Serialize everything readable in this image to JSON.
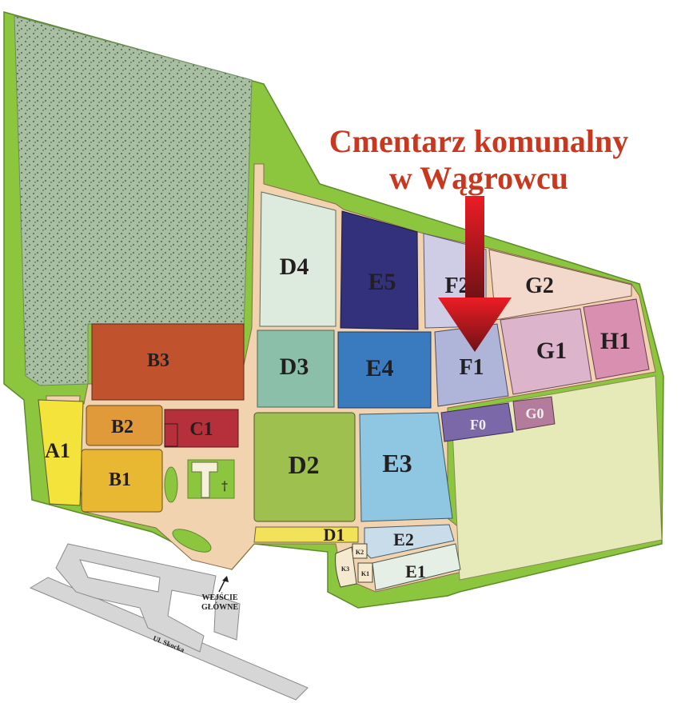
{
  "title": {
    "line1": "Cmentarz komunalny",
    "line2": "w Wągrowcu"
  },
  "sections": {
    "A1": "A1",
    "B1": "B1",
    "B2": "B2",
    "B3": "B3",
    "C1": "C1",
    "D1": "D1",
    "D2": "D2",
    "D3": "D3",
    "D4": "D4",
    "E1": "E1",
    "E2": "E2",
    "E3": "E3",
    "E4": "E4",
    "E5": "E5",
    "F0": "F0",
    "F1": "F1",
    "F2": "F2",
    "G0": "G0",
    "G1": "G1",
    "G2": "G2",
    "H1": "H1",
    "K1": "K1",
    "K2": "K2",
    "K3": "K3"
  },
  "entrance": {
    "line1": "WEJŚCIE",
    "line2": "GŁÓWNE"
  },
  "street": "Ul. Skocka",
  "chapel_cross": "†",
  "colors": {
    "grass": "#8cc63f",
    "forest": "#a9bfa2",
    "path": "#f2d3b0",
    "A1": "#f3e33a",
    "B1": "#e8b833",
    "B2": "#e09a3a",
    "B3": "#c0532e",
    "C1": "#b5303a",
    "D1": "#f2e25a",
    "D2": "#9dc04f",
    "D3": "#8bbfa9",
    "D4": "#dcebdd",
    "E1": "#e6efe6",
    "E2": "#c8dce9",
    "E3": "#8fc6e2",
    "E4": "#3a7bc0",
    "E5": "#33307c",
    "F0": "#7b68a9",
    "F1": "#aeb5d8",
    "F2": "#cfcde6",
    "G0": "#b47c9c",
    "G1": "#dcb4cb",
    "G2": "#f3d9cc",
    "H1": "#d98fb0",
    "empty_field": "#e6eab8",
    "title": "#c8371e",
    "arrow": "#b8161c"
  }
}
